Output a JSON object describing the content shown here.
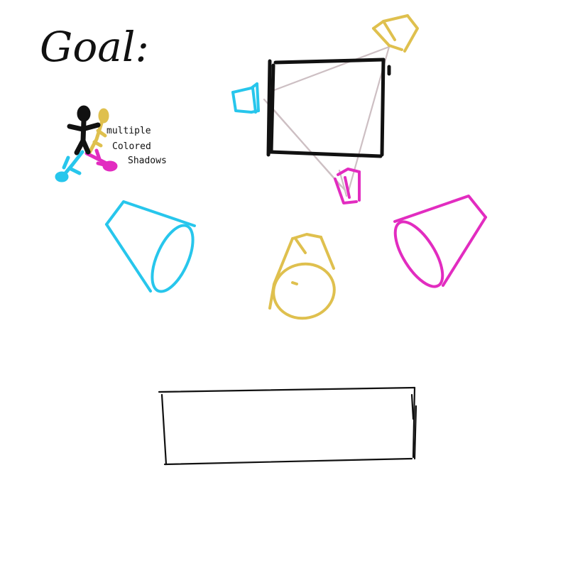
{
  "heading": {
    "text": "Goal:"
  },
  "note": {
    "lines": [
      "multiple",
      "Colored",
      "Shadows"
    ]
  },
  "colors": {
    "ink": "#111111",
    "cyan": "#27c6ec",
    "yellow": "#dfc04e",
    "magenta": "#e22cc0",
    "sightline": "#cdbfc3"
  },
  "icons": {
    "figure": "stick-figure-icon",
    "light": "spotlight-cone-icon"
  }
}
